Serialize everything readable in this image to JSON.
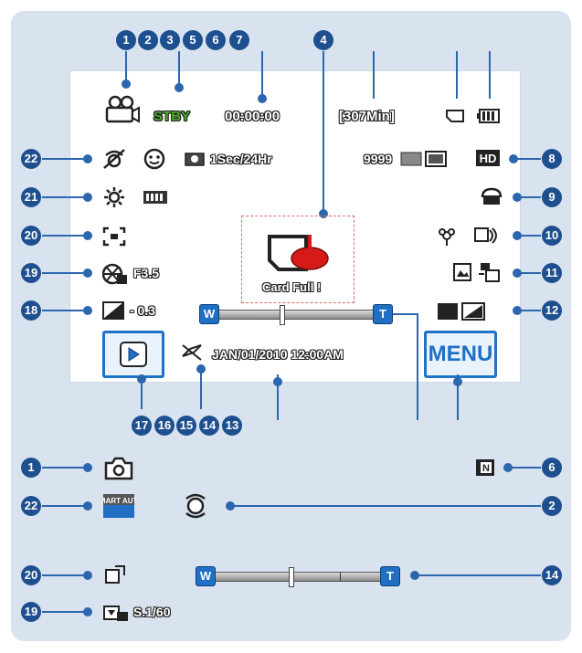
{
  "top_screen": {
    "status": "STBY",
    "timecode": "00:00:00",
    "remaining": "[307Min]",
    "interval": "1Sec/24Hr",
    "counter": "9999",
    "aperture": "F3.5",
    "exposure": "- 0.3",
    "datetime": "JAN/01/2010 12:00AM",
    "card_warning": "Card Full !",
    "menu_label": "MENU",
    "zoom_w": "W",
    "zoom_t": "T",
    "zoom_level": 0.41
  },
  "bottom": {
    "smart_auto": "SMART AUTO",
    "shutter": "S.1/60",
    "zoom_w": "W",
    "zoom_t": "T",
    "zoom_level": 0.46
  },
  "callouts": {
    "top_row": [
      "1",
      "2",
      "3",
      "5",
      "6",
      "7",
      "4"
    ],
    "right": [
      "8",
      "9",
      "10",
      "11",
      "12"
    ],
    "left": [
      "22",
      "21",
      "20",
      "19",
      "18"
    ],
    "bottom_row": [
      "17",
      "16",
      "15",
      "14",
      "13"
    ],
    "lower_left": [
      "1",
      "22",
      "20",
      "19"
    ],
    "lower_right": [
      "6",
      "2",
      "14"
    ]
  },
  "icons": {
    "camcorder": "camcorder-icon",
    "battery": "battery-icon",
    "card": "memory-card-icon",
    "hd": "hd-quality-icon",
    "photo": "photo-camera-icon"
  },
  "colors": {
    "accent": "#1f6fc4",
    "callout": "#1e4f8f",
    "stby": "#4caa2b",
    "warning": "#d61a1a"
  }
}
